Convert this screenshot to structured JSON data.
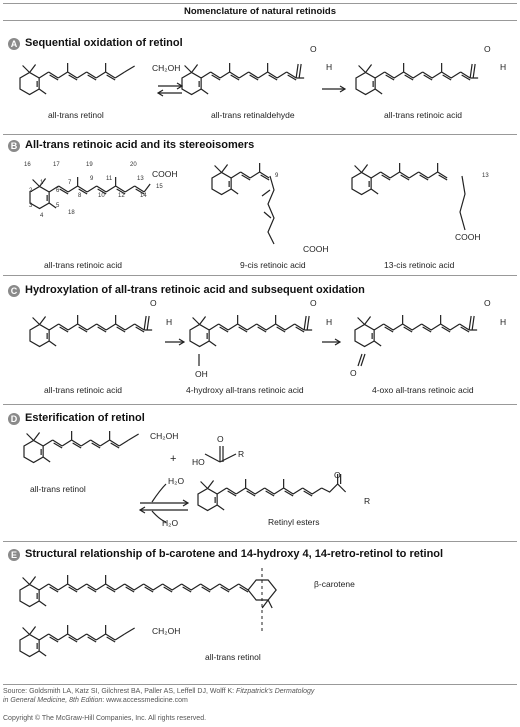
{
  "figure_title": "Nomenclature of natural retinoids",
  "panels": [
    {
      "badge": "A",
      "title": "Sequential oxidation of retinol"
    },
    {
      "badge": "B",
      "title": "All-trans retinoic acid and its stereoisomers"
    },
    {
      "badge": "C",
      "title": "Hydroxylation of all-trans retinoic acid and subsequent oxidation"
    },
    {
      "badge": "D",
      "title": "Esterification of retinol"
    },
    {
      "badge": "E",
      "title": "Structural relationship of b-carotene and 14-hydroxy 4, 14-retro-retinol to retinol"
    }
  ],
  "labels": {
    "a1": "all-trans retinol",
    "a2": "all-trans retinaldehyde",
    "a3": "all-trans retinoic acid",
    "b1": "all-trans retinoic acid",
    "b2": "9-cis retinoic acid",
    "b3": "13-cis retinoic acid",
    "c1": "all-trans retinoic acid",
    "c2": "4-hydroxy all-trans retinoic acid",
    "c3": "4-oxo all-trans retinoic acid",
    "d1": "all-trans retinol",
    "d2": "Retinyl esters",
    "e1": "β-carotene",
    "e2": "all-trans retinol"
  },
  "chem_text": {
    "ch2oh": "CH₂OH",
    "cooh": "COOH",
    "o": "O",
    "h": "H",
    "oh": "OH",
    "ho": "HO",
    "r": "R",
    "h2o": "H₂O",
    "plus": "+",
    "nine": "9",
    "thirteen": "13",
    "carbon_numbers": [
      "16",
      "17",
      "1",
      "2",
      "3",
      "4",
      "5",
      "6",
      "18",
      "7",
      "8",
      "19",
      "9",
      "10",
      "11",
      "12",
      "20",
      "13",
      "14",
      "15"
    ]
  },
  "footer": {
    "source_line1": "Source: Goldsmith LA, Katz SI, Gilchrest BA, Paller AS, Leffell DJ, Wolff K: ",
    "source_book": "Fitzpatrick's Dermatology",
    "source_line2_italic": "in General Medicine, 8th Edition",
    "source_line2_rest": ": www.accessmedicine.com",
    "copyright": "Copyright © The McGraw-Hill Companies, Inc. All rights reserved."
  }
}
